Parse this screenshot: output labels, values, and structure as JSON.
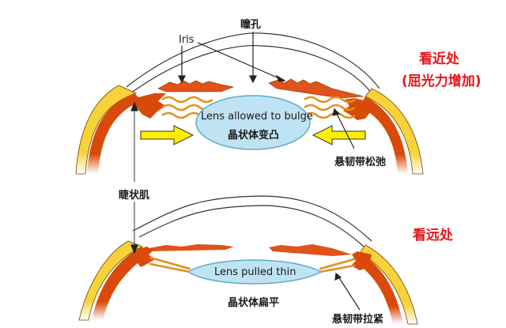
{
  "diagram": {
    "title": "Lens accommodation: near vs far vision",
    "colors": {
      "sclera_yellow": "#f7d23a",
      "choroid_orange": "#d94a0a",
      "iris_orange": "#e0531a",
      "lens_fill": "#bfe3f2",
      "lens_stroke": "#5fa9d0",
      "arrow_yellow": "#ffee00",
      "red_label": "#e8141a",
      "text": "#1a1a1a"
    },
    "near": {
      "heading": "看近处",
      "subheading": "(屈光力增加)",
      "lens_label_en": "Lens allowed to bulge",
      "lens_label_zh": "晶状体变凸",
      "zonule_label": "悬韧带松弛"
    },
    "far": {
      "heading": "看远处",
      "lens_label_en": "Lens pulled thin",
      "lens_label_zh": "晶状体扁平",
      "zonule_label": "悬韧带拉紧"
    },
    "shared": {
      "pupil_label": "瞳孔",
      "iris_label": "Iris",
      "ciliary_label": "睫状肌"
    }
  }
}
